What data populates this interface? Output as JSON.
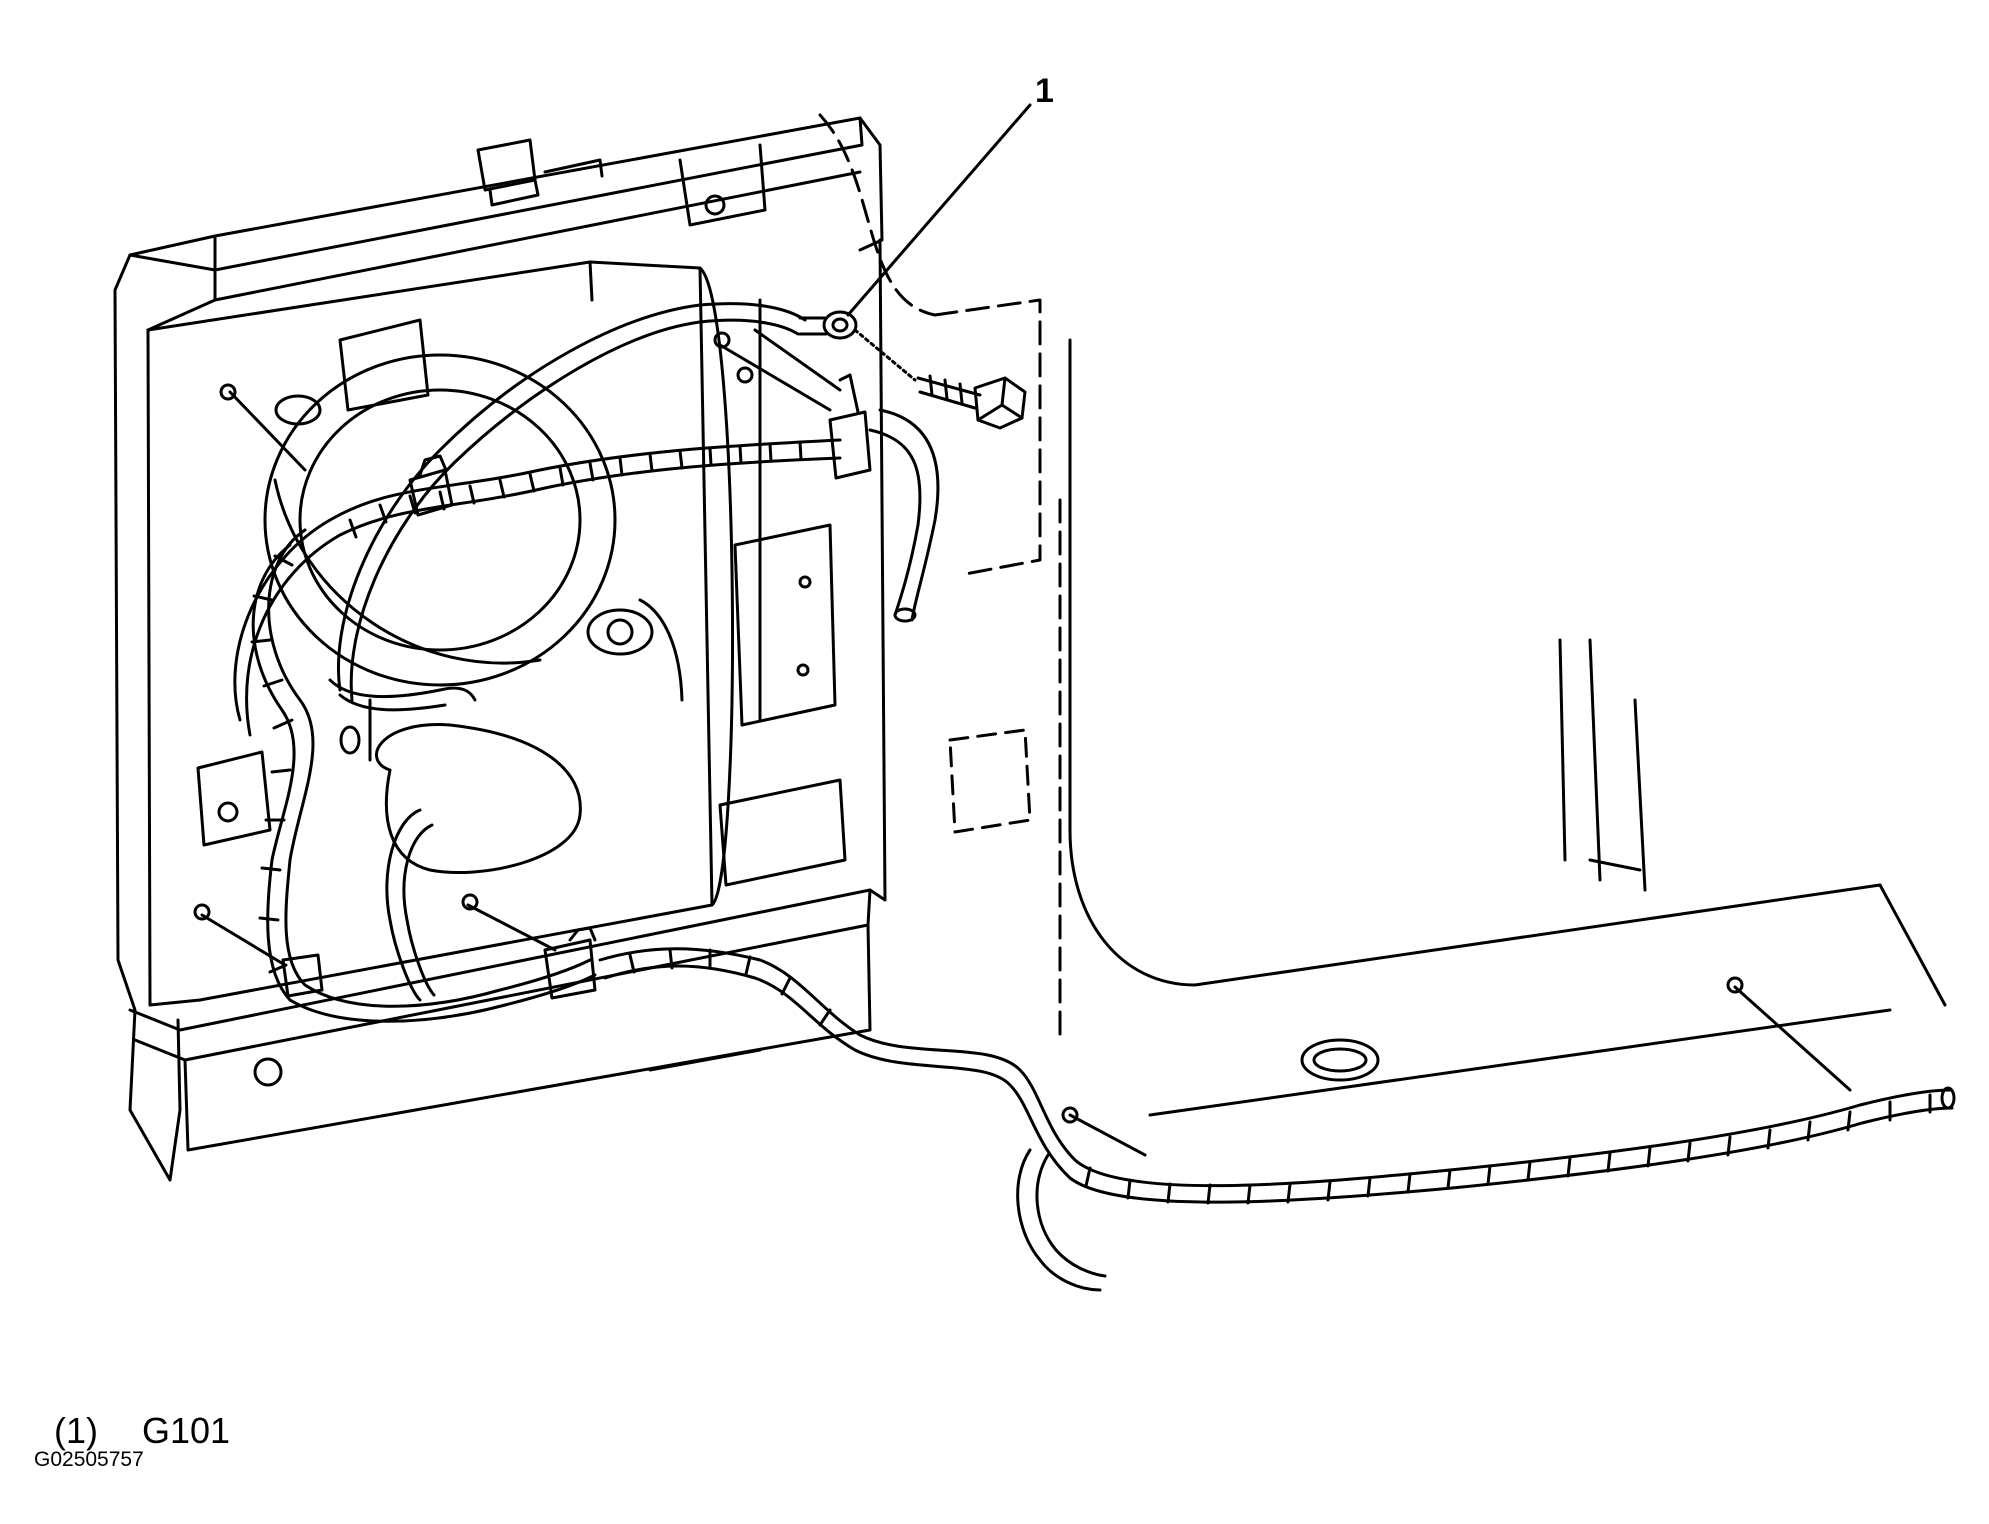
{
  "callout": {
    "number": "1"
  },
  "legend": [
    {
      "number": "(1)",
      "label": "G101"
    }
  ],
  "figure_id": "G02505757"
}
